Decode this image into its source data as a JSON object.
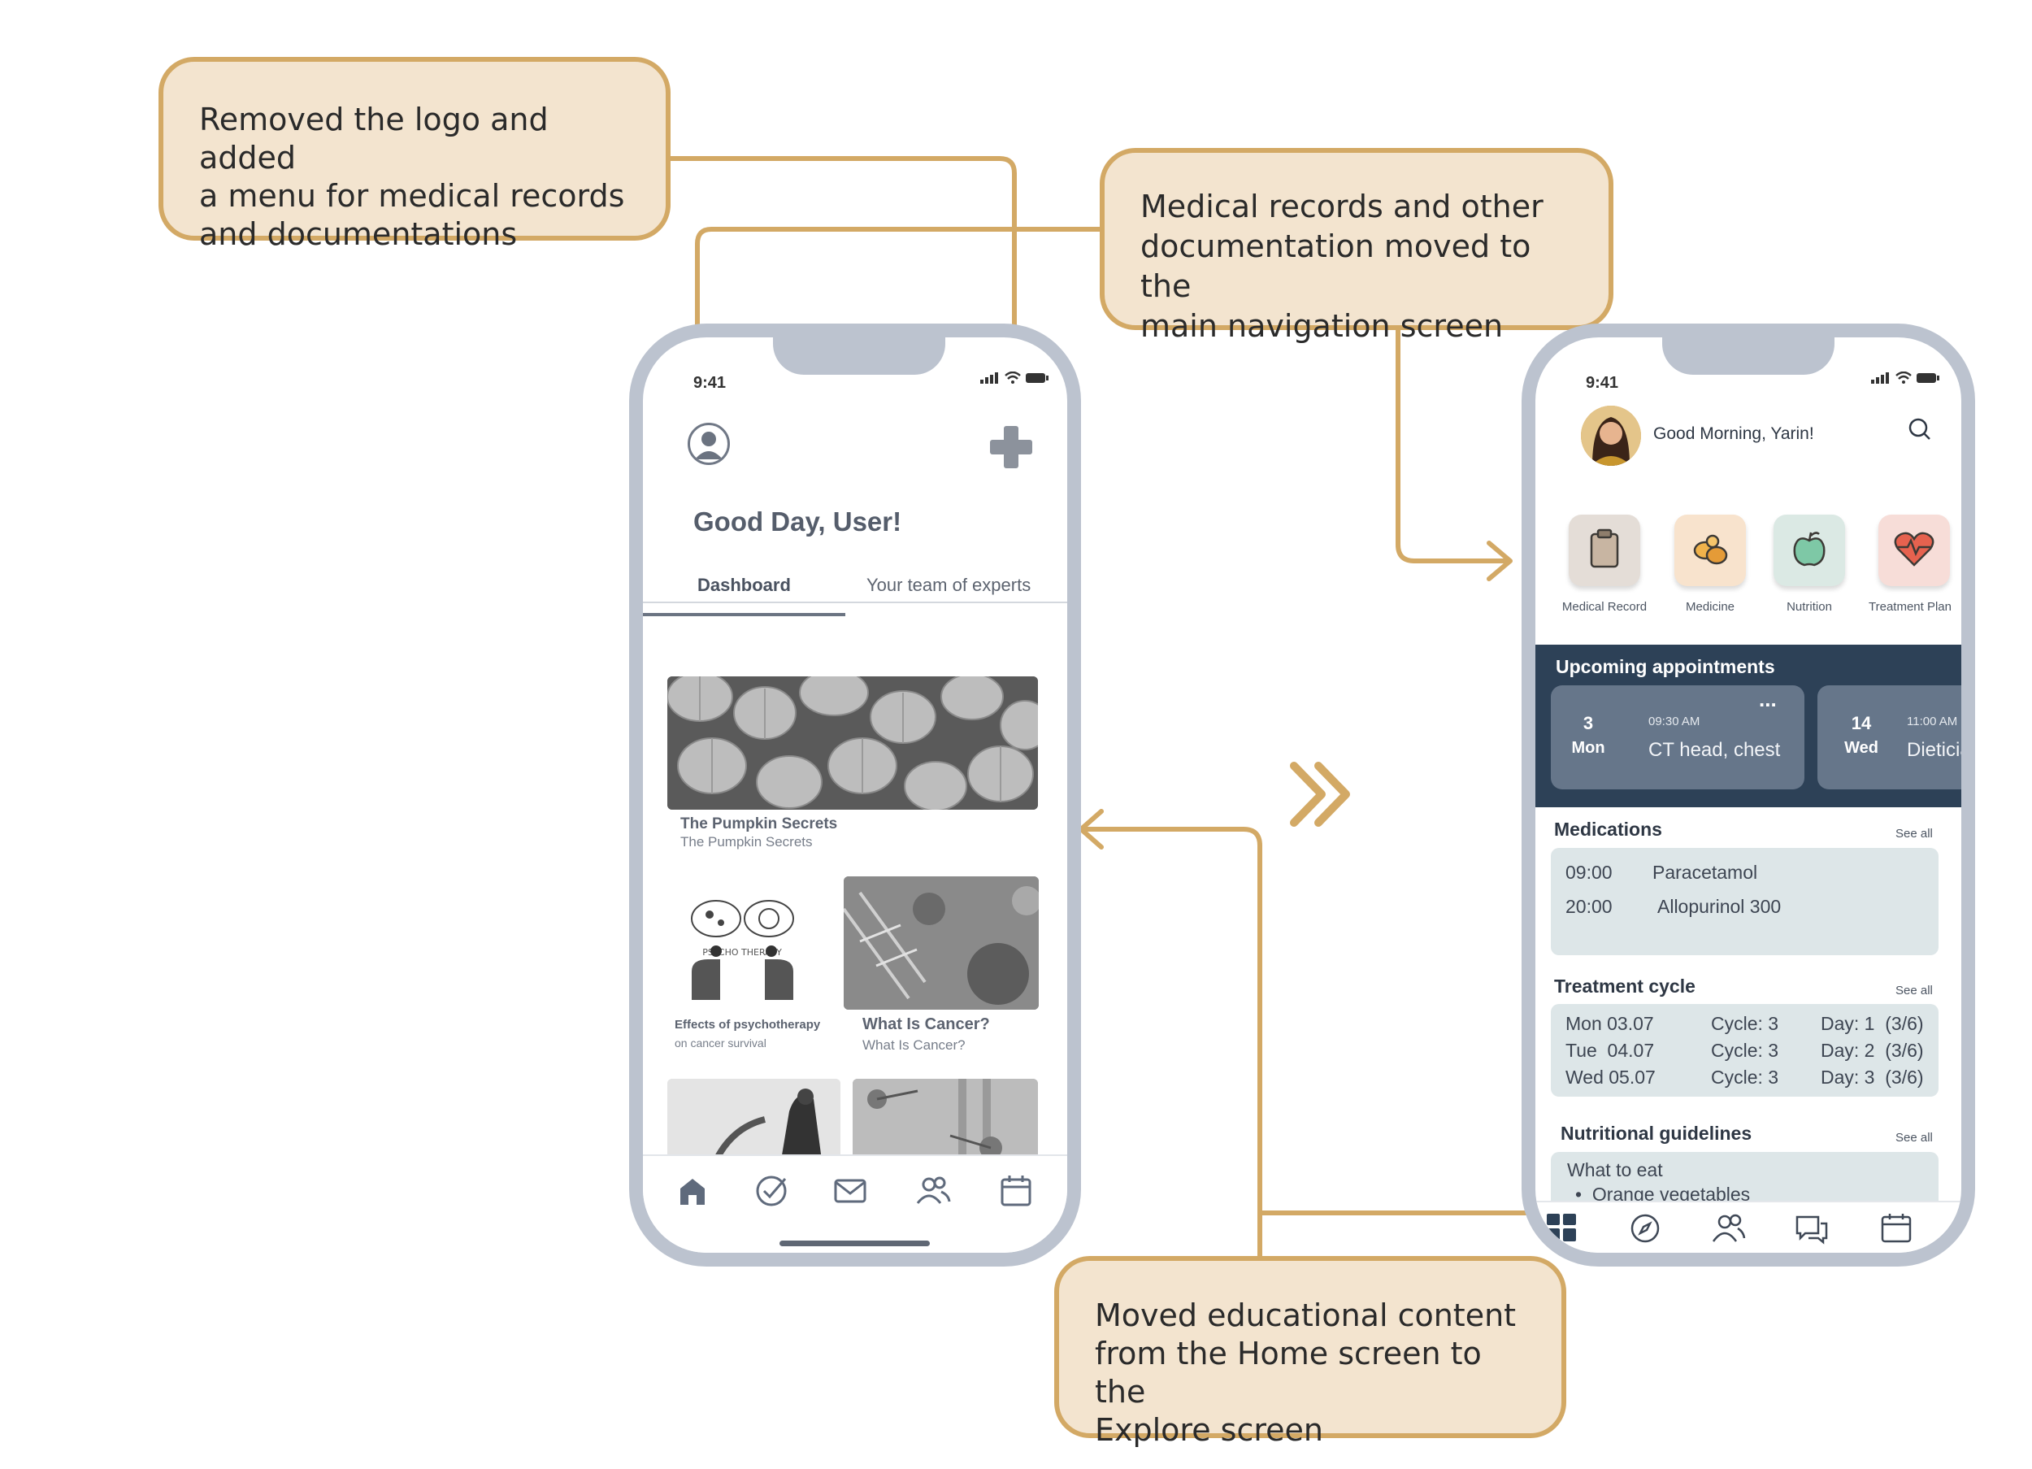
{
  "callouts": {
    "logo_menu": [
      "Removed the logo and added",
      "a menu for medical records",
      "and documentations"
    ],
    "records_moved": [
      "Medical records and other",
      "documentation moved to the",
      "main navigation screen"
    ],
    "educational": [
      "Moved educational content",
      "from the Home screen to the",
      "Explore screen"
    ]
  },
  "old_screen": {
    "time": "9:41",
    "greeting": "Good Day, User!",
    "tabs": [
      "Dashboard",
      "Your team of experts"
    ],
    "cards": [
      {
        "title": "The Pumpkin Secrets",
        "subtitle": "The Pumpkin Secrets"
      },
      {
        "title": "Effects of psychotherapy",
        "subtitle": "on cancer survival",
        "art_text": "PSYCHO THERAPY"
      },
      {
        "title": "What Is Cancer?",
        "subtitle": "What Is Cancer?"
      }
    ],
    "nav_icons": [
      "home-icon",
      "check-circle-icon",
      "mail-icon",
      "people-icon",
      "calendar-icon"
    ]
  },
  "new_screen": {
    "time": "9:41",
    "greeting": "Good Morning, Yarin!",
    "quick_actions": [
      {
        "label": "Medical Record",
        "color": "#e4ddd7",
        "icon": "clipboard-icon"
      },
      {
        "label": "Medicine",
        "color": "#f8e3cd",
        "icon": "pills-icon"
      },
      {
        "label": "Nutrition",
        "color": "#dbe9e4",
        "icon": "apple-icon"
      },
      {
        "label": "Treatment Plan",
        "color": "#f7ddd8",
        "icon": "heart-pulse-icon"
      }
    ],
    "upcoming": {
      "title": "Upcoming appointments",
      "appointments": [
        {
          "day_num": "3",
          "day_name": "Mon",
          "time": "09:30 AM",
          "name": "CT head, chest",
          "more": "..."
        },
        {
          "day_num": "14",
          "day_name": "Wed",
          "time": "11:00 AM",
          "name": "Dietician"
        }
      ]
    },
    "medications": {
      "title": "Medications",
      "see_all": "See all",
      "rows": [
        {
          "time": "09:00",
          "name": "Paracetamol"
        },
        {
          "time": "20:00",
          "name": "Allopurinol 300"
        }
      ]
    },
    "treatment_cycle": {
      "title": "Treatment cycle",
      "see_all": "See all",
      "rows": [
        {
          "date": "Mon 03.07",
          "cycle": "Cycle: 3",
          "day": "Day: 1  (3/6)"
        },
        {
          "date": "Tue  04.07",
          "cycle": "Cycle: 3",
          "day": "Day: 2  (3/6)"
        },
        {
          "date": "Wed 05.07",
          "cycle": "Cycle: 3",
          "day": "Day: 3  (3/6)"
        }
      ]
    },
    "nutrition": {
      "title": "Nutritional guidelines",
      "see_all": "See all",
      "line1": "What to eat",
      "line2": "•  Orange vegetables"
    },
    "nav": [
      "Home",
      "Explore",
      "Care Team",
      "Messages",
      "Calendar"
    ]
  },
  "colors": {
    "callout_bg": "#f3e4cf",
    "callout_border": "#d3a965",
    "phone_frame": "#bcc3cf",
    "upcoming_bg": "#2d4157"
  }
}
